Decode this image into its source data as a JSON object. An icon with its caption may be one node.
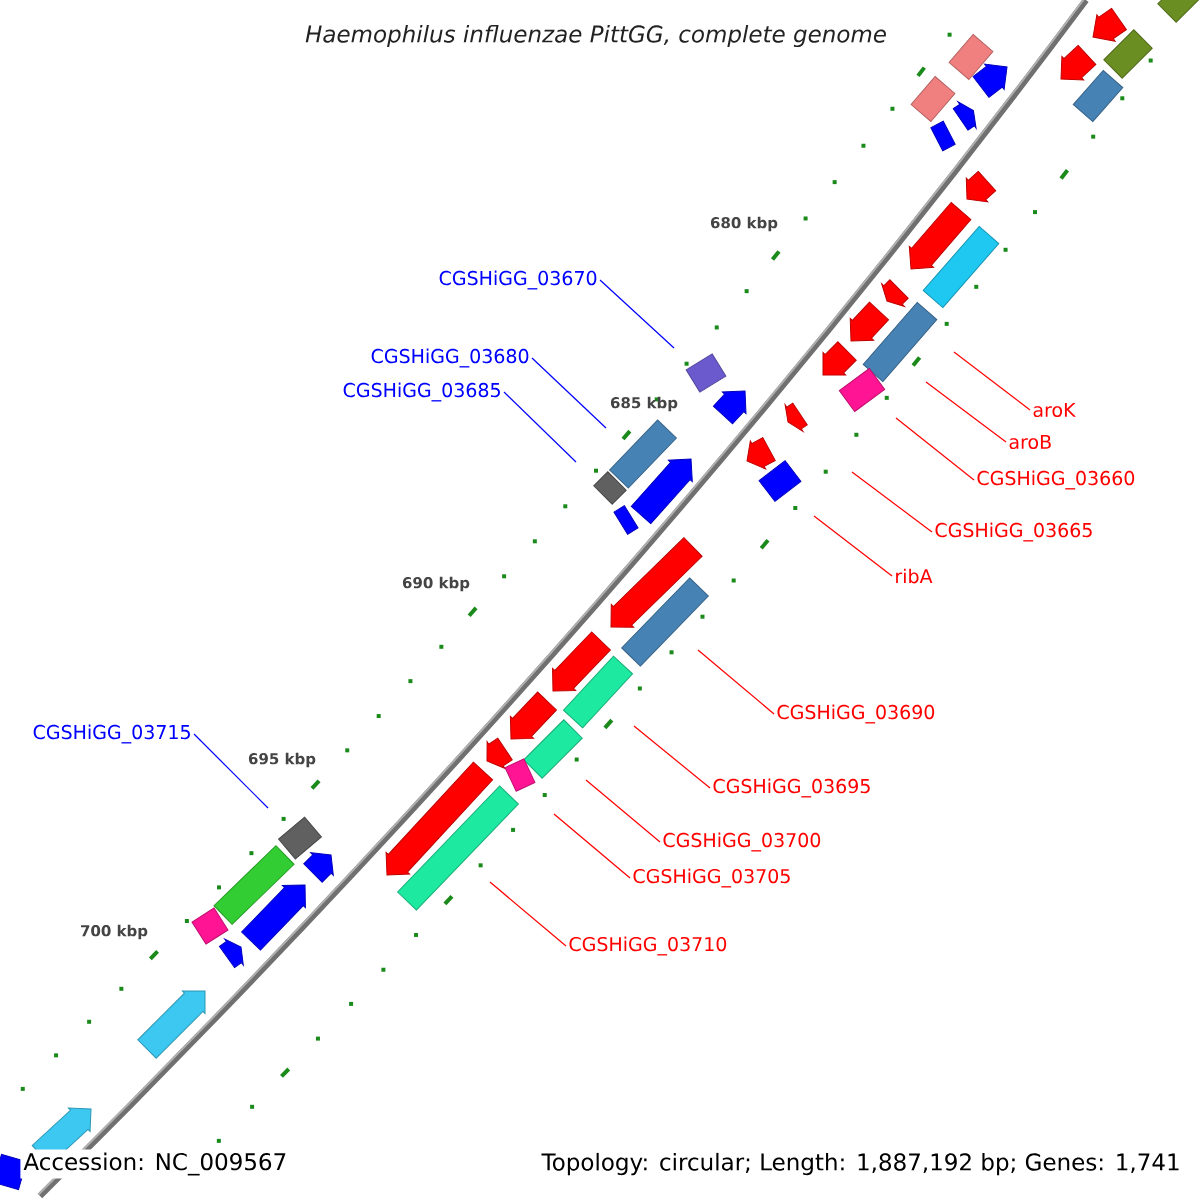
{
  "diagram": {
    "title": "Haemophilus influenzae PittGG, complete genome",
    "nodes": [
      {
        "text": [
          "CGSHiGG_03670"
        ]
      },
      {
        "text": [
          "CGSHiGG_03680"
        ]
      },
      {
        "text": [
          "CGSHiGG_03685"
        ]
      },
      {
        "text": [
          "aroK"
        ]
      },
      {
        "text": [
          "aroB"
        ]
      },
      {
        "text": [
          "CGSHiGG_03660"
        ]
      },
      {
        "text": [
          "CGSHiGG_03665"
        ]
      },
      {
        "text": [
          "ribA"
        ]
      },
      {
        "text": [
          "CGSHiGG_03690"
        ]
      },
      {
        "text": [
          "CGSHiGG_03715"
        ]
      },
      {
        "text": [
          "CGSHiGG_03695"
        ]
      },
      {
        "text": [
          "CGSHiGG_03700"
        ]
      },
      {
        "text": [
          "CGSHiGG_03705"
        ]
      },
      {
        "text": [
          "CGSHiGG_03710"
        ]
      }
    ],
    "edges": [
      {
        "from": 0,
        "to": null,
        "arrow": "none",
        "color": "#0000ff"
      },
      {
        "from": 1,
        "to": null,
        "arrow": "none",
        "color": "#0000ff"
      },
      {
        "from": 2,
        "to": null,
        "arrow": "none",
        "color": "#0000ff"
      },
      {
        "from": 3,
        "to": null,
        "arrow": "none"
      },
      {
        "from": 4,
        "to": null,
        "arrow": "none"
      },
      {
        "from": 5,
        "to": null,
        "arrow": "none"
      },
      {
        "from": 6,
        "to": null,
        "arrow": "none"
      },
      {
        "from": 7,
        "to": null,
        "arrow": "none"
      },
      {
        "from": 8,
        "to": null,
        "arrow": "none"
      },
      {
        "from": 9,
        "to": null,
        "arrow": "none",
        "color": "#0000ff"
      },
      {
        "from": 10,
        "to": null,
        "arrow": "none"
      },
      {
        "from": 11,
        "to": null,
        "arrow": "none"
      },
      {
        "from": 12,
        "to": null,
        "arrow": "none"
      },
      {
        "from": 13,
        "to": null,
        "arrow": "none"
      }
    ],
    "labels": [
      "680 kbp",
      "685 kbp",
      "690 kbp",
      "695 kbp",
      "700 kbp",
      "Accession: NC_009567",
      "Topology: circular; Length: 1,887,192 bp; Genes: 1,741"
    ]
  }
}
